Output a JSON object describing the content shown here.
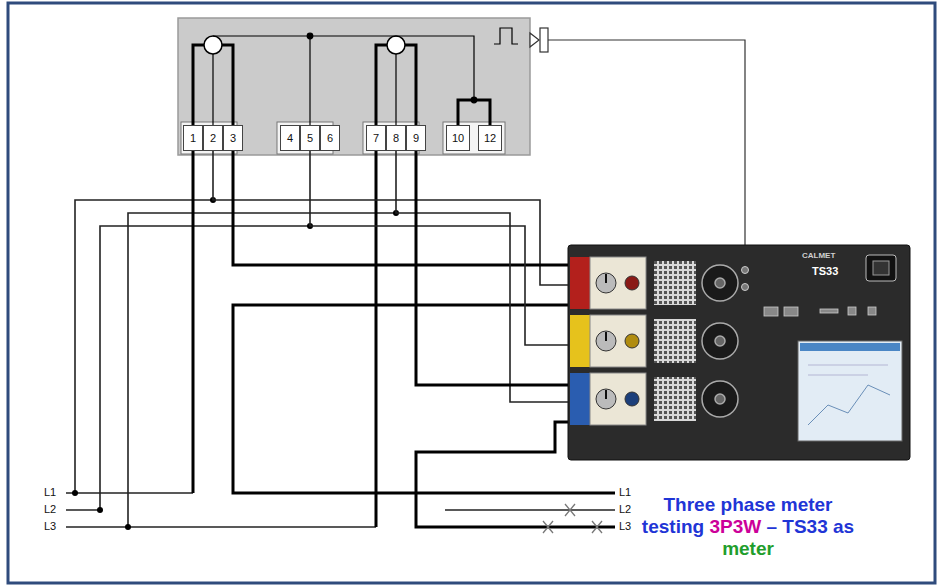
{
  "diagram": {
    "caption": "Three phase meter testing 3P3W – TS33 as meter",
    "nodes": [
      {
        "text": [
          "1"
        ]
      },
      {
        "text": [
          "2"
        ]
      },
      {
        "text": [
          "3"
        ]
      },
      {
        "text": [
          "4"
        ]
      },
      {
        "text": [
          "5"
        ]
      },
      {
        "text": [
          "6"
        ]
      },
      {
        "text": [
          "7"
        ]
      },
      {
        "text": [
          "8"
        ]
      },
      {
        "text": [
          "9"
        ]
      },
      {
        "text": [
          "10"
        ]
      },
      {
        "text": [
          "12"
        ]
      },
      {
        "text": [
          "CALMET",
          "TS33"
        ]
      }
    ],
    "edges": [
      {
        "from": 1,
        "to": 11,
        "arrow": "none"
      },
      {
        "from": 2,
        "to": 11,
        "arrow": "none"
      },
      {
        "from": 4,
        "to": 11,
        "arrow": "none"
      },
      {
        "from": 7,
        "to": 11,
        "arrow": "none"
      },
      {
        "from": 8,
        "to": 11,
        "arrow": "none"
      }
    ],
    "labels": [
      "L1",
      "L2",
      "L3",
      "L1",
      "L2",
      "L3"
    ]
  }
}
